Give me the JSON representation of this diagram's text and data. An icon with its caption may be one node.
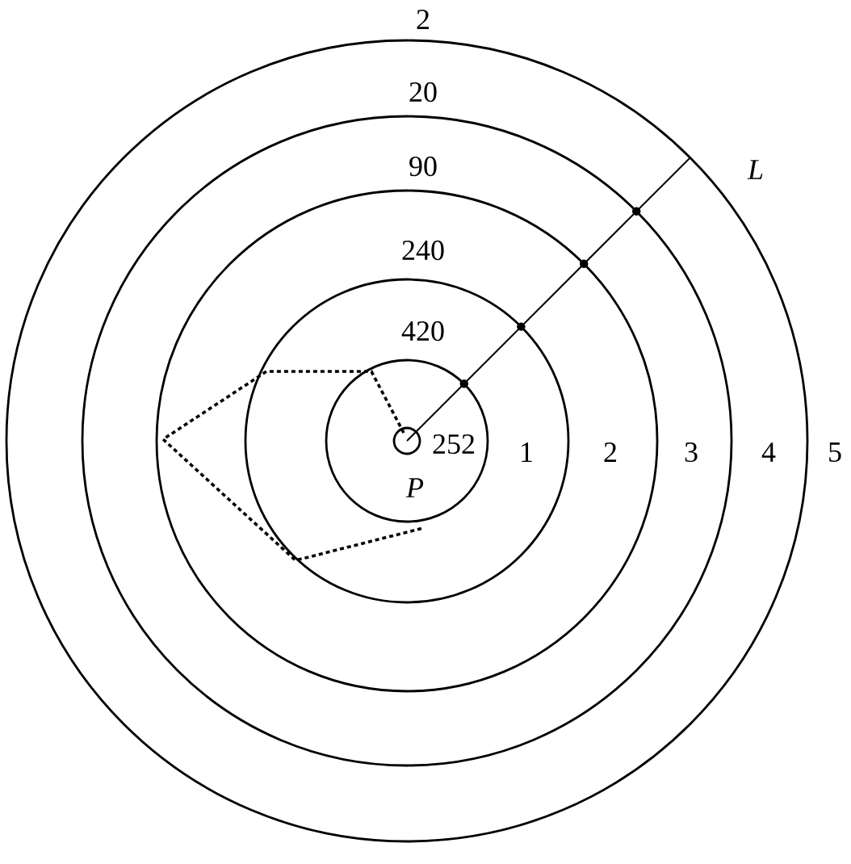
{
  "diagram": {
    "labels": [
      "2",
      "20",
      "90",
      "240",
      "L",
      "420",
      "252",
      "1",
      "2",
      "3",
      "4",
      "5",
      "P"
    ]
  }
}
